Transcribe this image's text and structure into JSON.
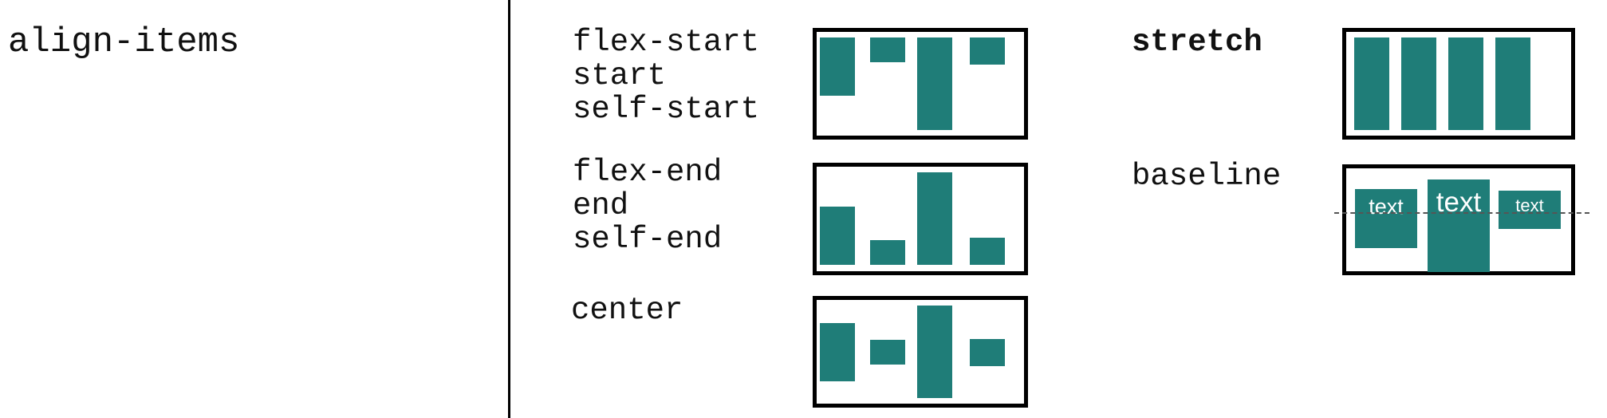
{
  "title": "align-items",
  "flex_start": {
    "lines": [
      "flex-start",
      "start",
      "self-start"
    ]
  },
  "flex_end": {
    "lines": [
      "flex-end",
      "end",
      "self-end"
    ]
  },
  "center": {
    "lines": [
      "center"
    ]
  },
  "stretch": {
    "lines": [
      "stretch"
    ]
  },
  "baseline": {
    "lines": [
      "baseline"
    ],
    "items": [
      "text",
      "text",
      "text"
    ]
  },
  "colors": {
    "item_fill": "#1f7d78",
    "border": "#000000",
    "baseline_line": "#555555"
  }
}
